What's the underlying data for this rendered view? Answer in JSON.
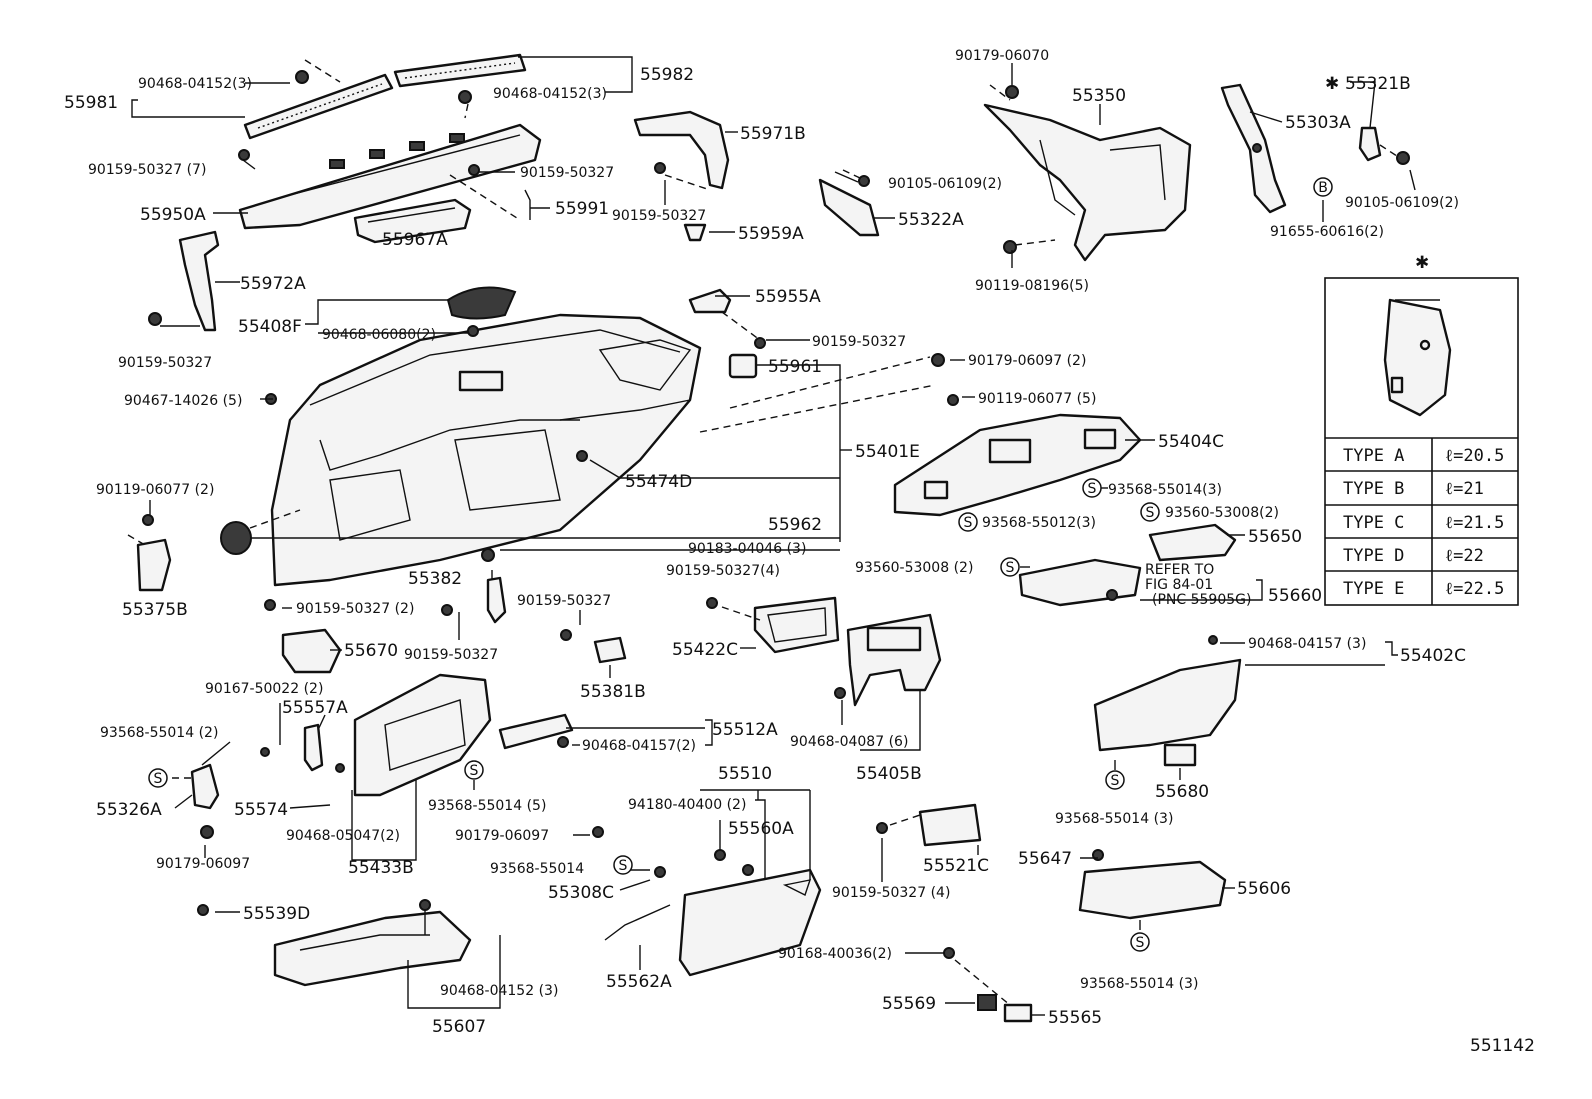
{
  "diagram_id": "551142",
  "labels": {
    "p55981": "55981",
    "p55982": "55982",
    "f04152a": "90468-04152(3)",
    "f04152b": "90468-04152(3)",
    "f50327_7": "90159-50327 (7)",
    "f50327a": "90159-50327",
    "p55991": "55991",
    "p55950a": "55950A",
    "p55967a": "55967A",
    "p55971b": "55971B",
    "f50327b": "90159-50327",
    "p55972a": "55972A",
    "f50327c": "90159-50327",
    "p55408f": "55408F",
    "f06080": "90468-06080(2)",
    "f14026": "90467-14026 (5)",
    "f06070": "90179-06070",
    "p55350": "55350",
    "f06109a": "90105-06109(2)",
    "p55322a": "55322A",
    "f08196": "90119-08196(5)",
    "p55303a": "55303A",
    "p55321b": "55321B",
    "f06109b": "90105-06109(2)",
    "f60616": "91655-60616(2)",
    "p55959a": "55959A",
    "p55955a": "55955A",
    "f50327d": "90159-50327",
    "p55961": "55961",
    "f06097a": "90179-06097 (2)",
    "f06077a": "90119-06077 (5)",
    "p55404c": "55404C",
    "p55401e": "55401E",
    "p55474d": "55474D",
    "f55014a": "93568-55014(3)",
    "f55012": "93568-55012(3)",
    "f53008a": "93560-53008(2)",
    "p55650": "55650",
    "p55962": "55962",
    "f04046": "90183-04046 (3)",
    "f06077b": "90119-06077 (2)",
    "p55375b": "55375B",
    "p55382": "55382",
    "f50327e": "90159-50327 (2)",
    "f50327f": "90159-50327",
    "f50327g": "90159-50327",
    "p55670": "55670",
    "f50327h": "90159-50327(4)",
    "p55422c": "55422C",
    "p55381b": "55381B",
    "f53008b": "93560-53008 (2)",
    "refer1": "REFER TO",
    "refer2": "FIG 84-01",
    "refer3": "(PNC 55905G)",
    "p55660": "55660",
    "f04157a": "90468-04157 (3)",
    "p55402c": "55402C",
    "f50022": "90167-50022 (2)",
    "p55557a": "55557A",
    "f55014b": "93568-55014 (2)",
    "p55512a": "55512A",
    "f04157b": "90468-04157(2)",
    "f04087": "90468-04087 (6)",
    "p55405b": "55405B",
    "p55680": "55680",
    "p55326a": "55326A",
    "p55574": "55574",
    "f55014c": "93568-55014 (5)",
    "f05047": "90468-05047(2)",
    "p55433b": "55433B",
    "f06097b": "90179-06097",
    "f55014d": "93568-55014 (3)",
    "p55510": "55510",
    "f40400": "94180-40400 (2)",
    "f06097c": "90179-06097",
    "p55560a": "55560A",
    "f55014e": "93568-55014",
    "p55308c": "55308C",
    "f50327i": "90159-50327 (4)",
    "p55521c": "55521C",
    "p55647": "55647",
    "p55606": "55606",
    "p55539d": "55539D",
    "f55014f": "93568-55014 (3)",
    "f40036": "90168-40036(2)",
    "p55562a": "55562A",
    "f04152c": "90468-04152 (3)",
    "p55607": "55607",
    "p55569": "55569",
    "p55565": "55565",
    "star": "✱",
    "s_mark": "S",
    "b_mark": "B"
  },
  "type_table": {
    "marker": "✱",
    "rows": [
      {
        "type": "TYPE A",
        "value": "ℓ=20.5"
      },
      {
        "type": "TYPE B",
        "value": "ℓ=21"
      },
      {
        "type": "TYPE C",
        "value": "ℓ=21.5"
      },
      {
        "type": "TYPE D",
        "value": "ℓ=22"
      },
      {
        "type": "TYPE E",
        "value": "ℓ=22.5"
      }
    ]
  }
}
